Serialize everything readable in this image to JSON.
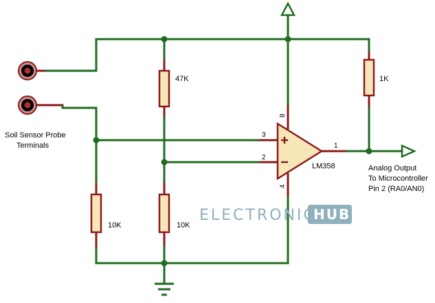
{
  "labels": {
    "probe": [
      "Soil Sensor Probe",
      "Terminals"
    ],
    "r_top": "47K",
    "r_left": "10K",
    "r_mid": "10K",
    "r_out": "1K",
    "opamp": "LM358",
    "output": [
      "Analog Output",
      "To Microcontroller",
      "Pin 2 (RA0/AN0)"
    ]
  },
  "pins": {
    "noninv": "3",
    "inv": "2",
    "out": "1",
    "vcc": "8",
    "gnd": "4"
  },
  "watermark": {
    "text": "ELECTRONICS",
    "badge": "HUB"
  },
  "colors": {
    "wire": "#1f6b1f",
    "component": "#8b1a1a",
    "fill": "#f6e6b8",
    "watermark": "#8fb0bd"
  }
}
